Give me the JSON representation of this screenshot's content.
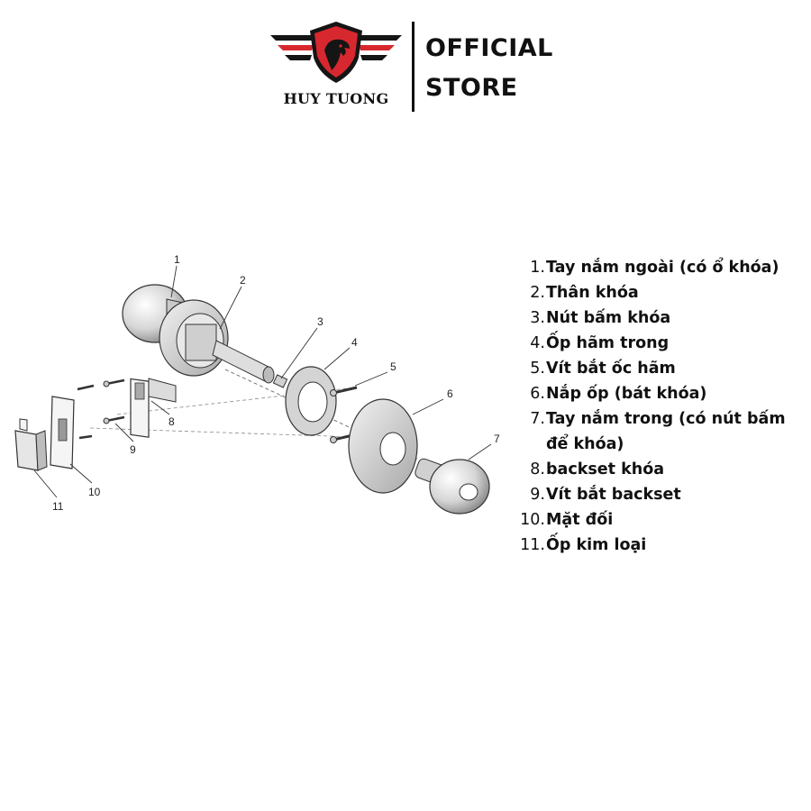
{
  "header": {
    "brand_name": "HUY TUONG",
    "store_line1": "OFFICIAL",
    "store_line2": "STORE",
    "colors": {
      "logo_red": "#d8282f",
      "logo_black": "#151515"
    }
  },
  "diagram": {
    "callouts": [
      "1",
      "2",
      "3",
      "4",
      "5",
      "6",
      "7",
      "8",
      "9",
      "10",
      "11"
    ]
  },
  "parts_list": [
    {
      "num": "1.",
      "label": "Tay nắm ngoài (có ổ khóa)"
    },
    {
      "num": "2.",
      "label": "Thân khóa"
    },
    {
      "num": "3.",
      "label": "Nút bấm khóa"
    },
    {
      "num": "4.",
      "label": "Ốp hãm trong"
    },
    {
      "num": "5.",
      "label": "Vít bắt ốc hãm"
    },
    {
      "num": "6.",
      "label": "Nắp ốp (bát khóa)"
    },
    {
      "num": "7.",
      "label": "Tay nắm trong (có nút bấm để khóa)"
    },
    {
      "num": "8.",
      "label": "backset khóa"
    },
    {
      "num": "9.",
      "label": "Vít bắt backset"
    },
    {
      "num": "10.",
      "label": "Mặt đối"
    },
    {
      "num": "11.",
      "label": "Ốp kim loại"
    }
  ]
}
